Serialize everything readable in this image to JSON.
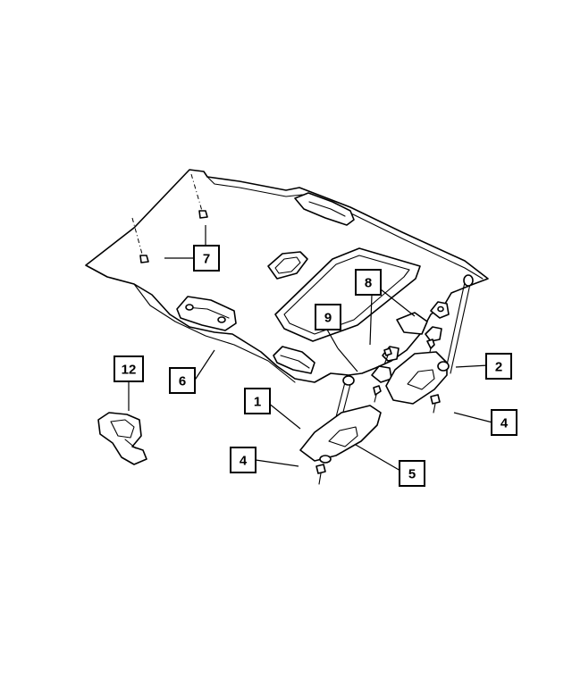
{
  "callouts": [
    {
      "id": "c1",
      "label": "1"
    },
    {
      "id": "c2",
      "label": "2"
    },
    {
      "id": "c4a",
      "label": "4"
    },
    {
      "id": "c4b",
      "label": "4"
    },
    {
      "id": "c5",
      "label": "5"
    },
    {
      "id": "c6",
      "label": "6"
    },
    {
      "id": "c7",
      "label": "7"
    },
    {
      "id": "c8",
      "label": "8"
    },
    {
      "id": "c9",
      "label": "9"
    },
    {
      "id": "c12",
      "label": "12"
    }
  ],
  "colors": {
    "line": "#000000",
    "background": "#ffffff"
  }
}
